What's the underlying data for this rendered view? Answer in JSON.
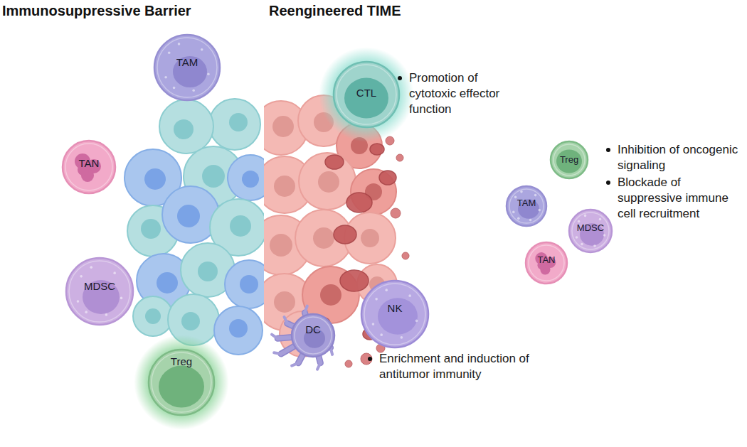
{
  "diagram": {
    "nodes": [
      {
        "text": [
          "Immunosuppressive Barrier"
        ]
      },
      {
        "text": [
          "TAM"
        ],
        "in": 0
      },
      {
        "text": [
          "TAN"
        ],
        "in": 0
      },
      {
        "text": [
          "MDSC"
        ],
        "in": 0
      },
      {
        "text": [
          "Treg"
        ],
        "in": 0
      },
      {
        "text": [
          "Reengineered TIME"
        ]
      },
      {
        "text": [
          "CTL"
        ],
        "in": 5
      },
      {
        "text": [
          "NK"
        ],
        "in": 5
      },
      {
        "text": [
          "DC"
        ],
        "in": 5
      },
      {
        "text": [
          "Treg"
        ]
      },
      {
        "text": [
          "TAM"
        ]
      },
      {
        "text": [
          "MDSC"
        ]
      },
      {
        "text": [
          "TAN"
        ]
      }
    ],
    "labels": [
      "Promotion of cytotoxic effector function",
      "Inhibition of oncogenic signaling",
      "Blockade of suppressive immune cell recruitment",
      "Enrichment and induction of antitumor immunity"
    ]
  }
}
